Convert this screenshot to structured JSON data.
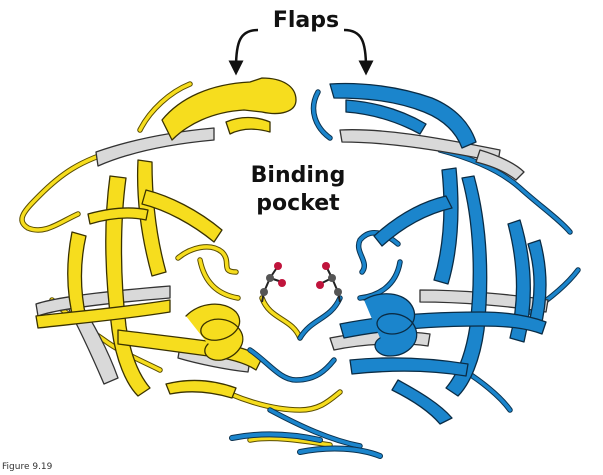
{
  "labels": {
    "flaps": "Flaps",
    "binding_line1": "Binding",
    "binding_line2": "pocket",
    "figure_number": "Figure 9.19"
  },
  "colors": {
    "monomer_a": "#f6dd1e",
    "monomer_a_edge": "#7a6a00",
    "monomer_b": "#1b85cc",
    "monomer_b_edge": "#0d3f63",
    "strand_side": "#d9d9d9",
    "atom_carbon": "#555555",
    "atom_oxygen": "#c0143c"
  }
}
